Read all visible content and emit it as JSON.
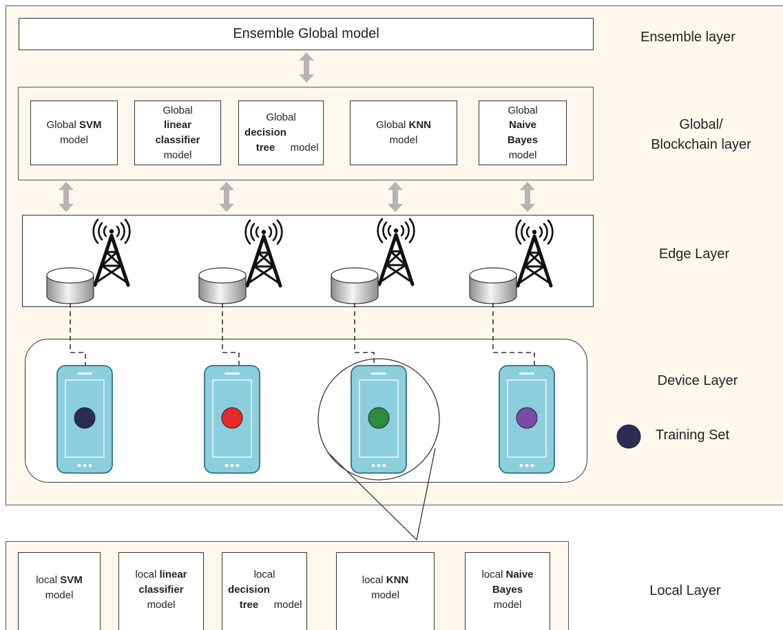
{
  "ensemble": {
    "title": "Ensemble Global model"
  },
  "global_models": [
    {
      "pre": "Global ",
      "bold": "SVM",
      "post": "model"
    },
    {
      "pre": "Global",
      "bold": "linear classifier",
      "post": "model"
    },
    {
      "pre": "Global",
      "bold": "decision tree",
      "post": "model"
    },
    {
      "pre": "Global ",
      "bold": "KNN",
      "post": "model"
    },
    {
      "pre": "Global",
      "bold": "Naive Bayes",
      "post": "model"
    }
  ],
  "local_models": [
    {
      "pre": "local ",
      "bold": "SVM",
      "post": "model"
    },
    {
      "pre": "local ",
      "bold": "linear classifier",
      "post": "model"
    },
    {
      "pre": "local",
      "bold": "decision tree",
      "post": "model"
    },
    {
      "pre": "local ",
      "bold": "KNN",
      "post": "model"
    },
    {
      "pre": "local ",
      "bold": "Naive Bayes",
      "post": "model"
    }
  ],
  "layers": {
    "ensemble": "Ensemble layer",
    "global_line1": "Global/",
    "global_line2": "Blockchain layer",
    "edge": "Edge Layer",
    "device": "Device Layer",
    "local": "Local Layer"
  },
  "legend": {
    "label": "Training Set",
    "color": "#2b2d55"
  },
  "devices": [
    {
      "dot_color": "#2b2d55"
    },
    {
      "dot_color": "#e8282c"
    },
    {
      "dot_color": "#2e8b3e"
    },
    {
      "dot_color": "#7a4aa6"
    }
  ],
  "colors": {
    "arrow": "#b5b5b5",
    "phone_body": "#8ccfdc",
    "phone_border": "#2f6f82",
    "group_fill": "#fdf7ee"
  }
}
